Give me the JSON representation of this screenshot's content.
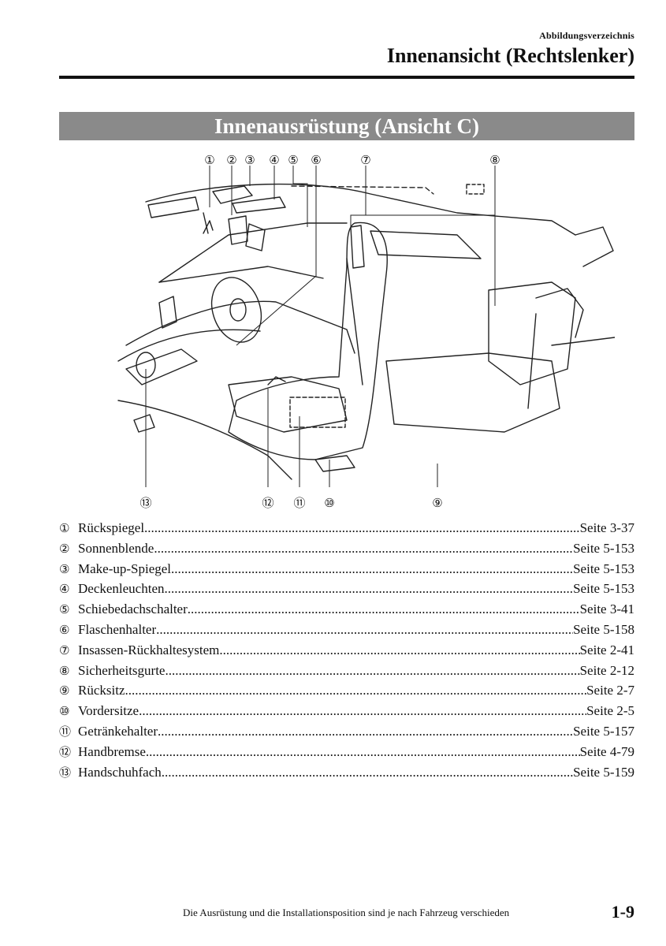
{
  "header": {
    "section": "Abbildungsverzeichnis",
    "title": "Innenansicht (Rechtslenker)"
  },
  "banner": {
    "title": "Innenausrüstung (Ansicht C)"
  },
  "illustration": {
    "callouts_top": [
      "①",
      "②",
      "③",
      "④",
      "⑤",
      "⑥",
      "⑦",
      "⑧"
    ],
    "callouts_bottom": [
      "⑬",
      "⑫",
      "⑪",
      "⑩",
      "⑨"
    ]
  },
  "legend": [
    {
      "num": "①",
      "label": "Rückspiegel",
      "page": "Seite 3-37"
    },
    {
      "num": "②",
      "label": "Sonnenblende",
      "page": "Seite 5-153"
    },
    {
      "num": "③",
      "label": "Make-up-Spiegel",
      "page": "Seite 5-153"
    },
    {
      "num": "④",
      "label": "Deckenleuchten",
      "page": "Seite 5-153"
    },
    {
      "num": "⑤",
      "label": "Schiebedachschalter",
      "page": "Seite 3-41"
    },
    {
      "num": "⑥",
      "label": "Flaschenhalter",
      "page": "Seite 5-158"
    },
    {
      "num": "⑦",
      "label": "Insassen-Rückhaltesystem",
      "page": "Seite 2-41"
    },
    {
      "num": "⑧",
      "label": "Sicherheitsgurte",
      "page": "Seite 2-12"
    },
    {
      "num": "⑨",
      "label": "Rücksitz",
      "page": "Seite 2-7"
    },
    {
      "num": "⑩",
      "label": "Vordersitze",
      "page": "Seite 2-5"
    },
    {
      "num": "⑪",
      "label": "Getränkehalter",
      "page": "Seite 5-157"
    },
    {
      "num": "⑫",
      "label": "Handbremse",
      "page": "Seite 4-79"
    },
    {
      "num": "⑬",
      "label": "Handschuhfach",
      "page": "Seite 5-159"
    }
  ],
  "footer": {
    "note": "Die Ausrüstung und die Installationsposition sind je nach Fahrzeug verschieden",
    "page_number": "1-9"
  }
}
